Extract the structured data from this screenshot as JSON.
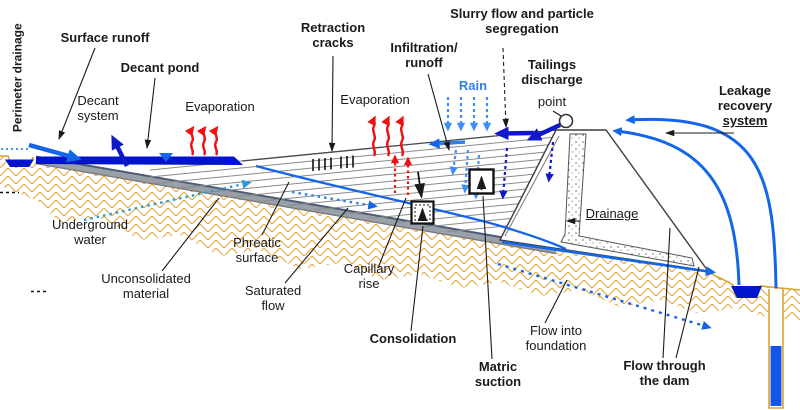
{
  "title": "Tailings storage facility cross-section water-flow diagram",
  "labels": {
    "perimeter_drainage": "Perimeter drainage",
    "surface_runoff": "Surface runoff",
    "decant_pond": "Decant pond",
    "decant_system": "Decant system",
    "evaporation_left": "Evaporation",
    "evaporation_right": "Evaporation",
    "retraction_cracks": "Retraction cracks",
    "infiltration_runoff": "Infiltration/ runoff",
    "rain": "Rain",
    "slurry_flow": "Slurry flow and particle segregation",
    "tailings_discharge": "Tailings discharge",
    "tailings_point": "point",
    "leakage_recovery": "Leakage recovery",
    "leakage_system": "system",
    "underground_water": "Underground water",
    "unconsolidated_material": "Unconsolidated material",
    "phreatic_surface": "Phreatic surface",
    "saturated_flow": "Saturated flow",
    "capillary_rise": "Capillary rise",
    "consolidation": "Consolidation",
    "matric_suction": "Matric suction",
    "flow_into_foundation": "Flow into foundation",
    "flow_through_dam": "Flow through the dam",
    "drainage": "Drainage"
  },
  "icons": {
    "water_level_marker": "inverted-triangle",
    "tailings_discharge_point_marker": "circle",
    "consolidation_marker": "square-with-dashed-inset-and-up-arrow",
    "matric_suction_marker": "square-with-up-arrow"
  },
  "colors": {
    "bright_blue": "#1466e8",
    "light_blue": "#3e8ef7",
    "mid_blue": "#2f7fe8",
    "navy": "#1118c8",
    "pond_blue": "#0014cc",
    "cyan_blue": "#2e9bd6",
    "red": "#ee1111",
    "tan_hatch": "#e2a83e",
    "tan_line": "#d9a430",
    "liner_gray": "#9aa0a8",
    "label_text": "#1a1a1a"
  }
}
